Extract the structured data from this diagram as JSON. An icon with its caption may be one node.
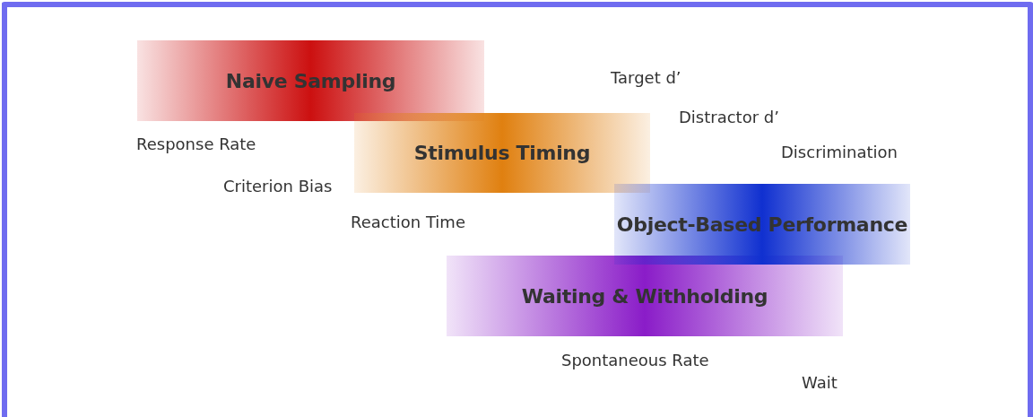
{
  "diagram": {
    "nodes": [
      {
        "text": [
          "Naive Sampling"
        ]
      },
      {
        "text": [
          "Stimulus Timing"
        ]
      },
      {
        "text": [
          "Object-Based Performance"
        ]
      },
      {
        "text": [
          "Waiting & Withholding"
        ]
      }
    ],
    "edges": [],
    "labels": [
      "Target d’",
      "Distractor d’",
      "Response Rate",
      "Discrimination",
      "Criterion Bias",
      "Reaction Time",
      "Spontaneous Rate",
      "Wait"
    ]
  }
}
